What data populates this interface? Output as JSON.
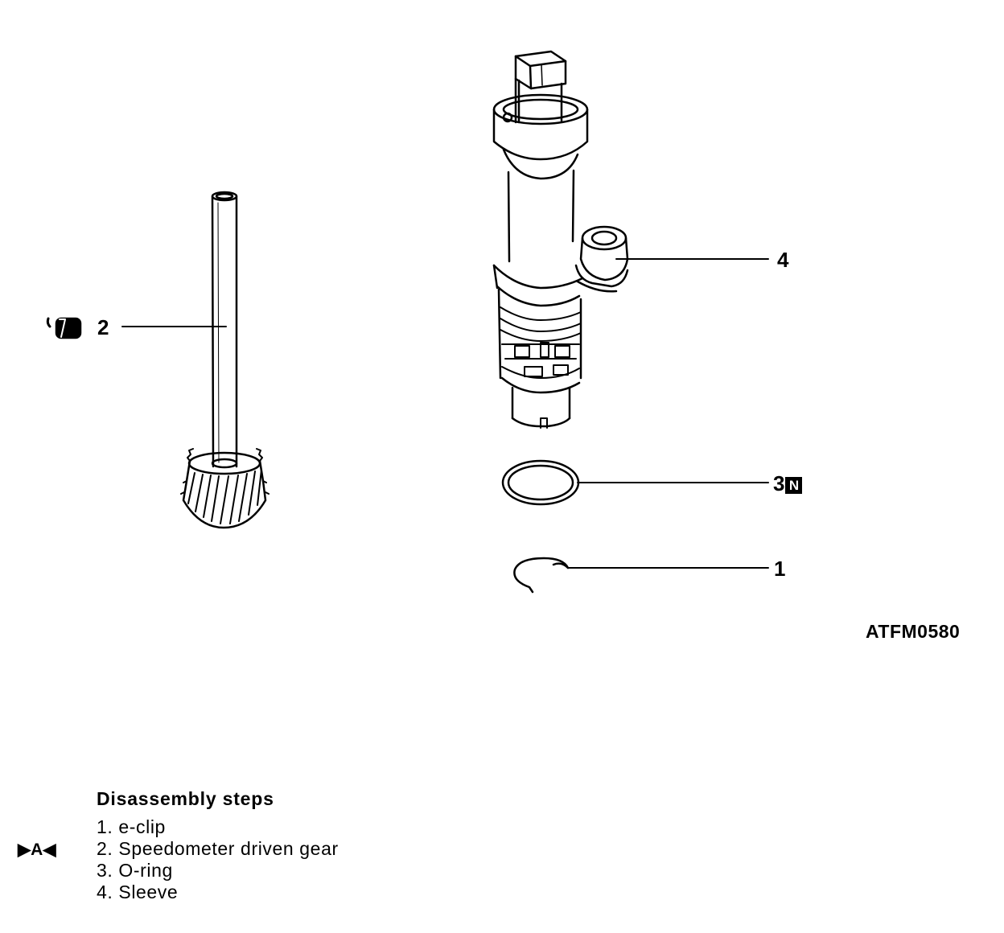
{
  "callouts": {
    "item_2": "2",
    "item_4": "4",
    "item_3": "3",
    "item_3_badge": "N",
    "item_1": "1"
  },
  "figure_code": "ATFM0580",
  "steps": {
    "title": "Disassembly steps",
    "marker": "▶A◀",
    "items": [
      "1. e-clip",
      "2. Speedometer driven gear",
      "3. O-ring",
      "4. Sleeve"
    ]
  }
}
